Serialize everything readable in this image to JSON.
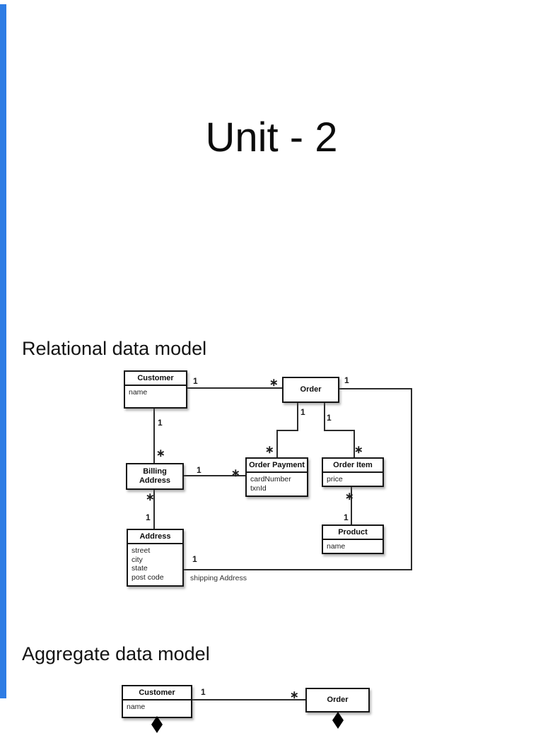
{
  "slide": {
    "title": "Unit - 2",
    "relational_heading": "Relational data model",
    "aggregate_heading": "Aggregate data model"
  },
  "colors": {
    "accent_bar": "#2e7ce4",
    "box_border": "#161616",
    "line": "#2b2b2b"
  },
  "relational": {
    "customer": {
      "name": "Customer",
      "attributes": [
        "name"
      ]
    },
    "order": {
      "name": "Order"
    },
    "order_payment": {
      "name": "Order Payment",
      "attributes": [
        "cardNumber",
        "txnId"
      ]
    },
    "order_item": {
      "name": "Order Item",
      "attributes": [
        "price"
      ]
    },
    "billing_address": {
      "name": "Billing Address"
    },
    "address": {
      "name": "Address",
      "attributes": [
        "street",
        "city",
        "state",
        "post code"
      ]
    },
    "product": {
      "name": "Product",
      "attributes": [
        "name"
      ]
    },
    "labels": {
      "cust_order_1": "1",
      "cust_order_many": "∗",
      "order_right_1": "1",
      "order_payment_1": "1",
      "order_item_1": "1",
      "order_payment_many": "∗",
      "order_item_many": "∗",
      "cust_billing_1": "1",
      "cust_billing_many": "∗",
      "billing_payment_1": "1",
      "billing_payment_many": "∗",
      "billing_addr_many": "∗",
      "billing_addr_1": "1",
      "item_product_many": "∗",
      "item_product_1": "1",
      "shipping_1": "1",
      "shipping_text": "shipping Address"
    }
  },
  "aggregate": {
    "customer": {
      "name": "Customer",
      "attributes": [
        "name"
      ]
    },
    "order": {
      "name": "Order"
    },
    "labels": {
      "cust_order_1": "1",
      "cust_order_many": "∗"
    }
  }
}
